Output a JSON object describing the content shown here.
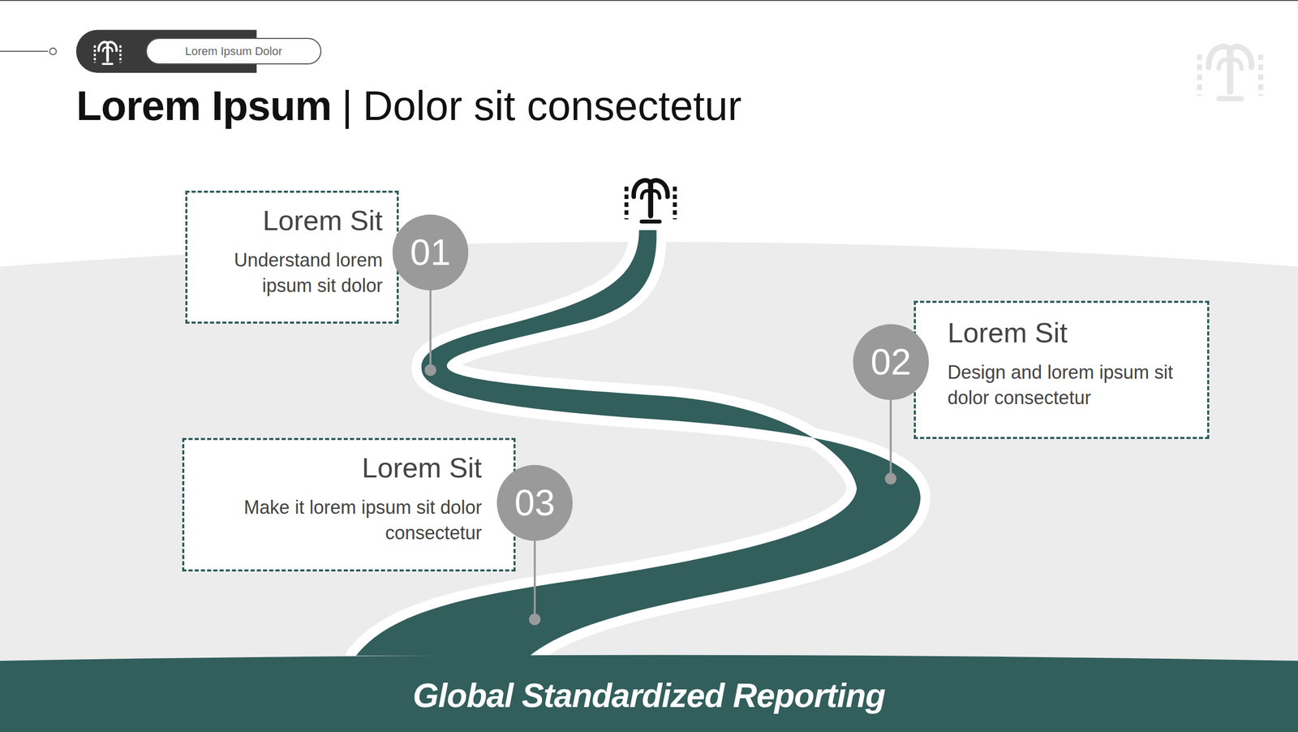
{
  "diagram": {
    "title": "Lorem Ipsum",
    "nodes": [
      {
        "text": [
          "Lorem Ipsum Dolor"
        ]
      },
      {
        "text": [
          "Lorem Sit",
          "Understand lorem ipsum sit dolor"
        ]
      },
      {
        "text": [
          "01"
        ]
      },
      {
        "text": [
          "Lorem Sit",
          "Design and lorem ipsum sit dolor consectetur"
        ]
      },
      {
        "text": [
          "02"
        ]
      },
      {
        "text": [
          "Lorem Sit",
          "Make it lorem ipsum sit dolor consectetur"
        ]
      },
      {
        "text": [
          "03"
        ]
      },
      {
        "text": [
          "Global Standardized Reporting"
        ]
      }
    ],
    "labels": [
      "|",
      "Dolor sit consectetur"
    ]
  }
}
